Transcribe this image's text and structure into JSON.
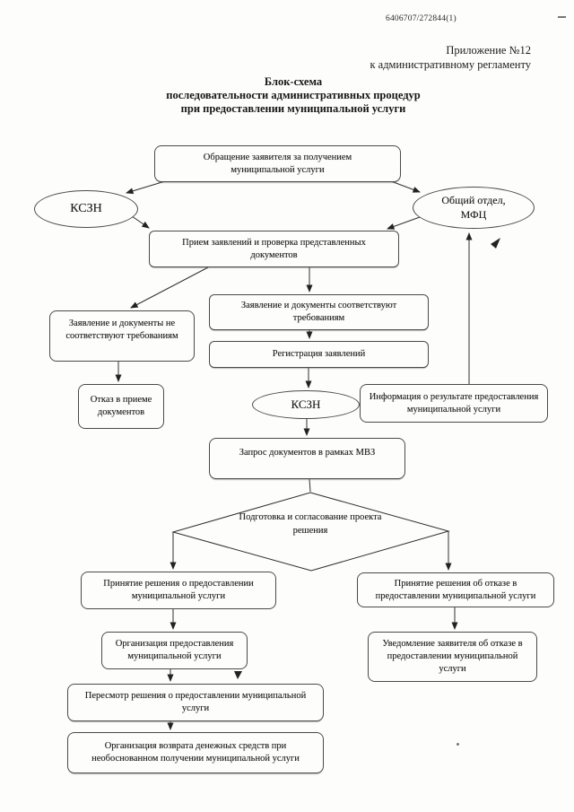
{
  "page": {
    "doc_number": "6406707/272844(1)",
    "appendix_line1": "Приложение №12",
    "appendix_line2": "к административному регламенту",
    "title_line1": "Блок-схема",
    "title_line2": "последовательности административных процедур",
    "title_line3": "при предоставлении муниципальной услуги"
  },
  "flowchart": {
    "nodes": {
      "start": "Обращение заявителя за получением муниципальной услуги",
      "kszn1": "КСЗН",
      "obshchiy_otdel": "Общий отдел, МФЦ",
      "priem": "Прием заявлений и проверка представленных документов",
      "ne_sootvetstvuyut": "Заявление и документы не соответствуют требованиям",
      "sootvetstvuyut": "Заявление и документы соответствуют требованиям",
      "registratsiya": "Регистрация заявлений",
      "otkaz_priem": "Отказ в приеме документов",
      "kszn2": "КСЗН",
      "informatsiya": "Информация о результате предоставления муниципальной услуги",
      "zapros": "Запрос документов в рамках МВЗ",
      "podgotovka": "Подготовка и согласование проекта решения",
      "reshenie_predostavlenie": "Принятие решения о предоставлении муниципальной услуги",
      "reshenie_otkaz": "Принятие решения об отказе в предоставлении муниципальной услуги",
      "organizatsiya_predostavleniya": "Организация предоставления муниципальной услуги",
      "uvedomlenie": "Уведомление заявителя об отказе в предоставлении муниципальной услуги",
      "peresmotr": "Пересмотр решения о предоставлении муниципальной услуги",
      "vozvrat": "Организация возврата денежных средств при необоснованном получении муниципальной услуги"
    }
  }
}
